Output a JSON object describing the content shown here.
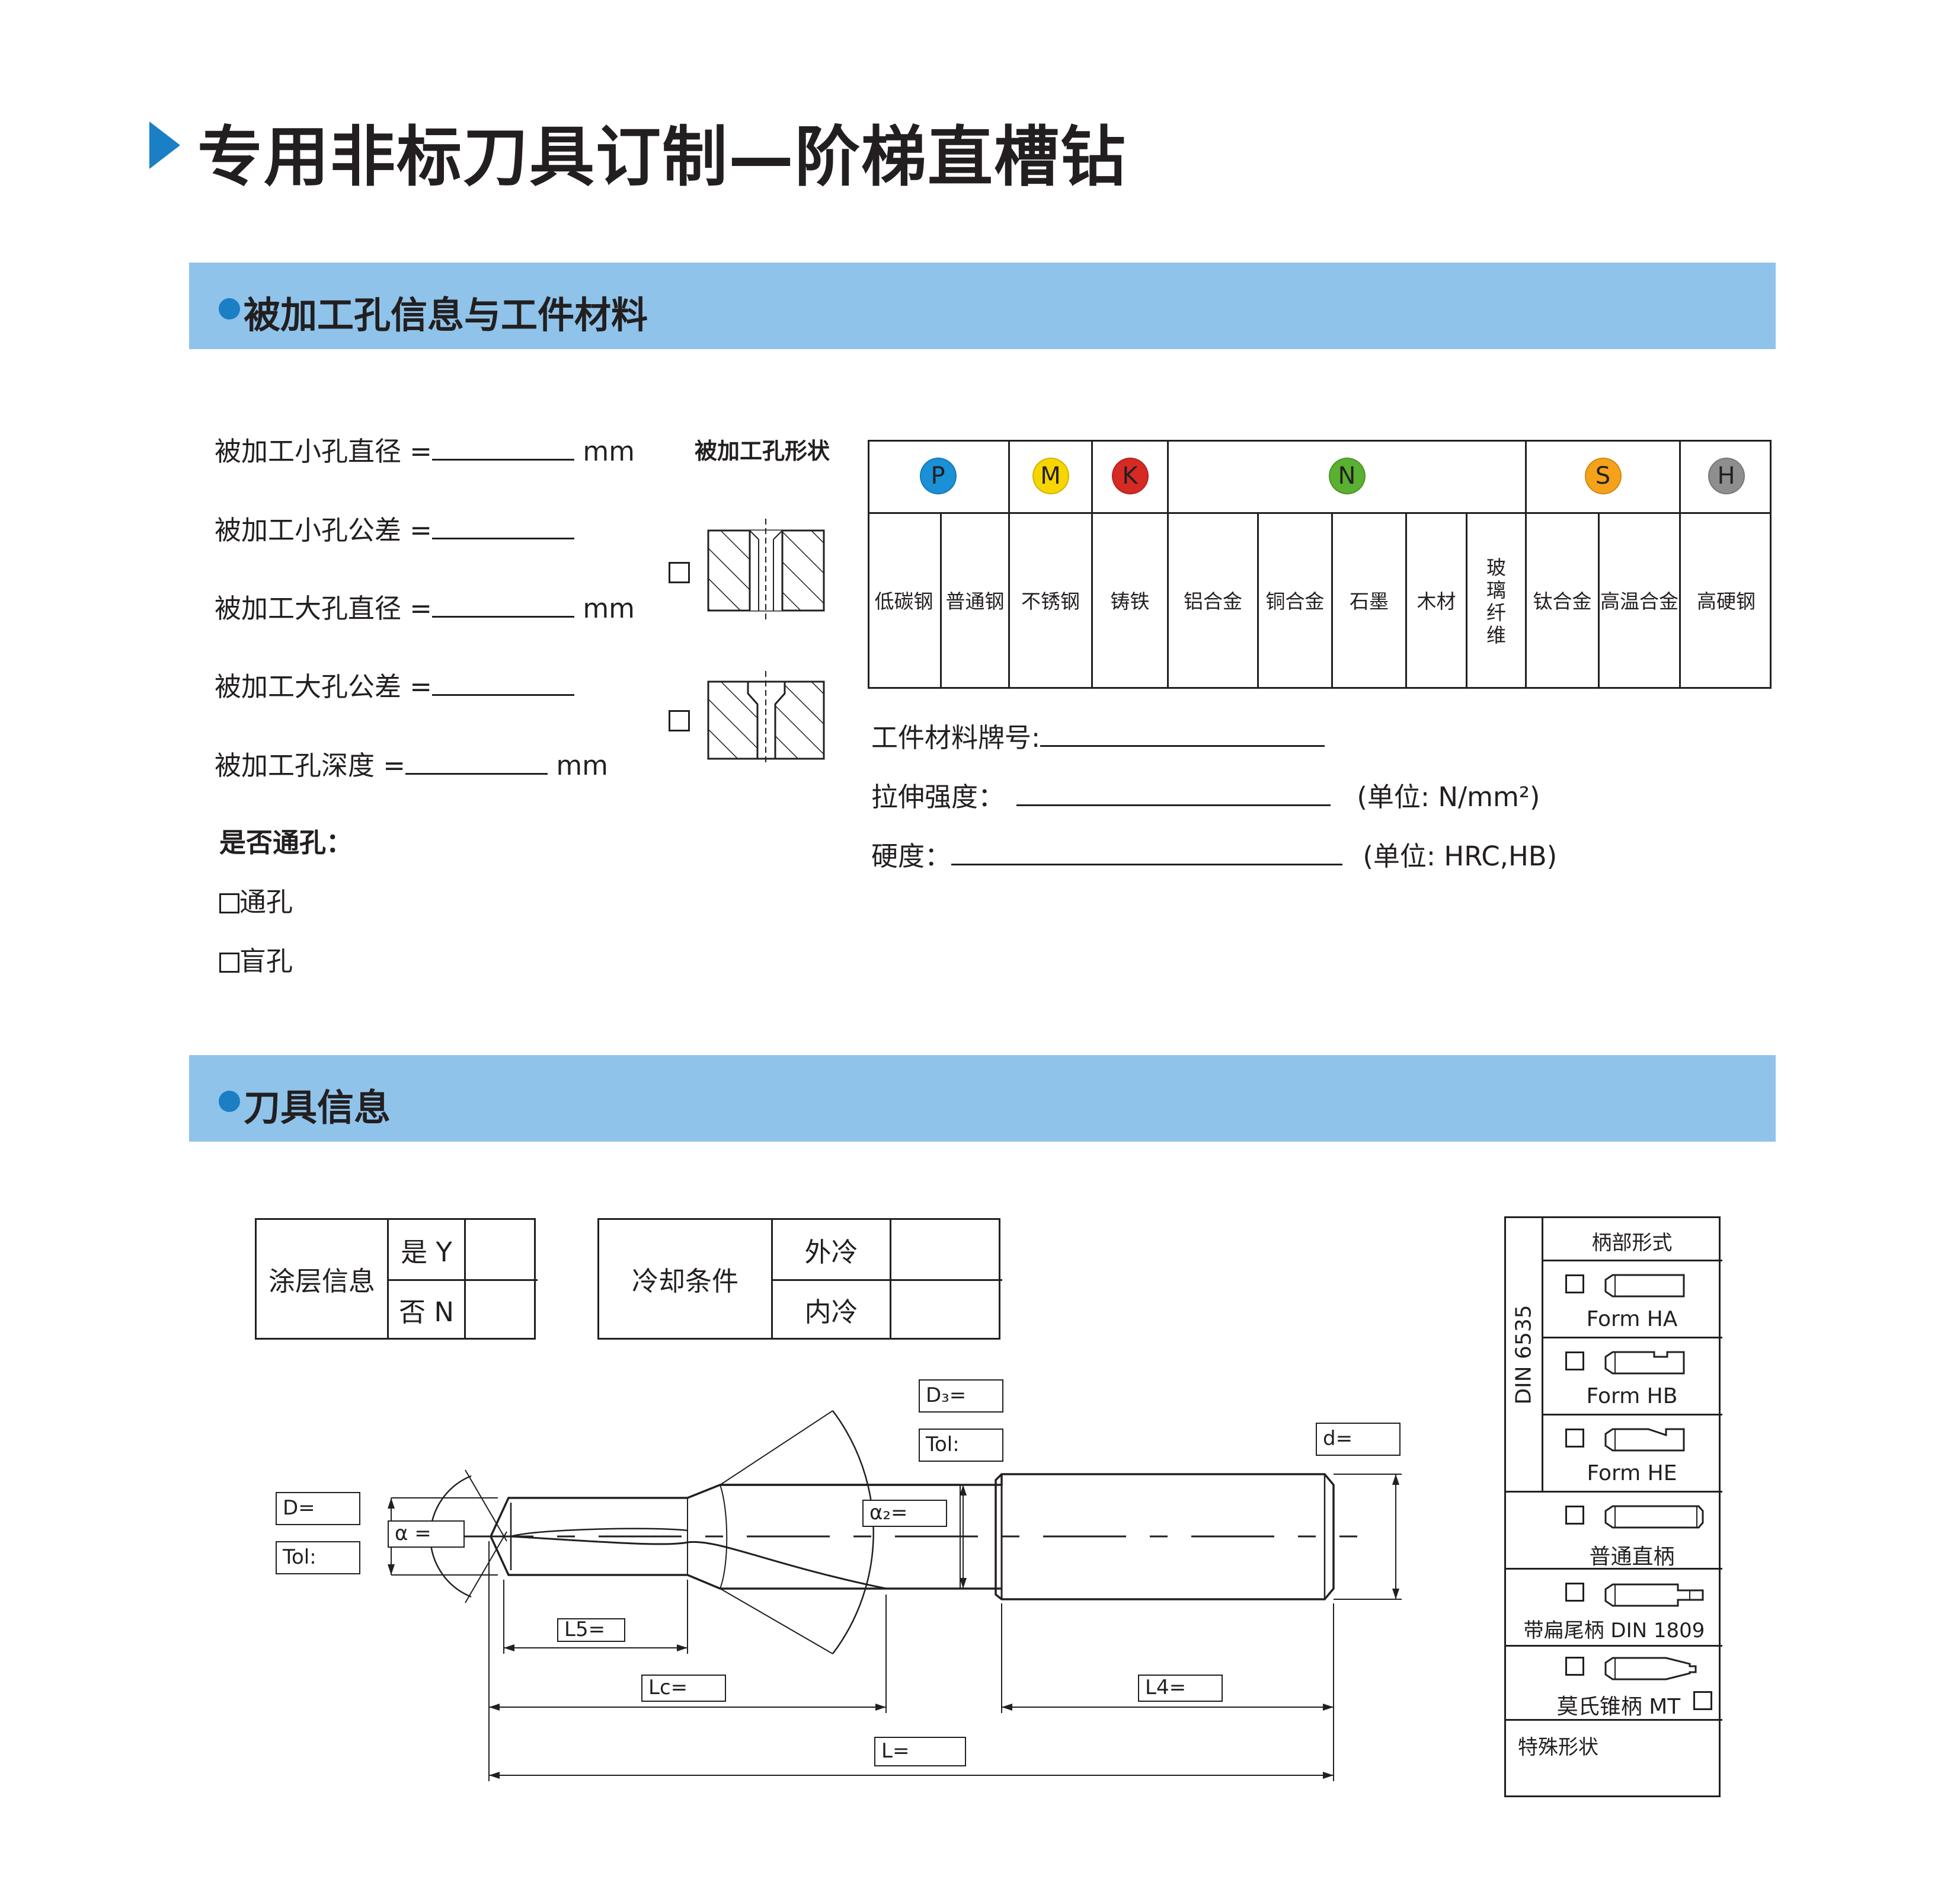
{
  "page_title": "专用非标刀具订制—阶梯直槽钻",
  "colors": {
    "accent": "#1a7fc4",
    "band": "#8fc3ea",
    "P": "#1a90d6",
    "M": "#f7d500",
    "K": "#d62a24",
    "N": "#5ab031",
    "S": "#f5a21b",
    "H": "#8e8e8e"
  },
  "section1": {
    "title": "被加工孔信息与工件材料",
    "fields": [
      {
        "label": "被加工小孔直径 =",
        "unit": "mm"
      },
      {
        "label": "被加工小孔公差 =",
        "unit": ""
      },
      {
        "label": "被加工大孔直径 =",
        "unit": "mm"
      },
      {
        "label": "被加工大孔公差 =",
        "unit": ""
      },
      {
        "label": "被加工孔深度 =",
        "unit": "mm"
      }
    ],
    "through_hole": {
      "question": "是否通孔：",
      "options": [
        "通孔",
        "盲孔"
      ]
    },
    "hole_shape_label": "被加工孔形状",
    "material_groups": [
      {
        "code": "P",
        "materials": [
          "低碳钢",
          "普通钢"
        ]
      },
      {
        "code": "M",
        "materials": [
          "不锈钢"
        ]
      },
      {
        "code": "K",
        "materials": [
          "铸铁"
        ]
      },
      {
        "code": "N",
        "materials": [
          "铝合金",
          "铜合金",
          "石墨",
          "木材",
          "玻璃纤维"
        ]
      },
      {
        "code": "S",
        "materials": [
          "钛合金",
          "高温合金"
        ]
      },
      {
        "code": "H",
        "materials": [
          "高硬钢"
        ]
      }
    ],
    "material_grade_label": "工件材料牌号:",
    "tensile_label": "拉伸强度：",
    "tensile_unit": "(单位: N/mm²)",
    "hardness_label": "硬度：",
    "hardness_unit": "(单位: HRC,HB)"
  },
  "section2": {
    "title": "刀具信息",
    "coating": {
      "label": "涂层信息",
      "yes": "是 Y",
      "no": "否 N"
    },
    "cooling": {
      "label": "冷却条件",
      "external": "外冷",
      "internal": "内冷"
    },
    "dims": {
      "D3": "D₃=",
      "tol_top": "Tol:",
      "d": "d=",
      "D": "D=",
      "tol_left": "Tol:",
      "alpha": "α =",
      "alpha2": "α₂=",
      "L5": "L5=",
      "Lc": "Lc=",
      "L4": "L4=",
      "L": "L="
    },
    "shank": {
      "header": "柄部形式",
      "din": "DIN 6535",
      "forms": [
        "Form HA",
        "Form HB",
        "Form HE"
      ],
      "straight": "普通直柄",
      "flat_tail": "带扁尾柄  DIN  1809",
      "morse": "莫氏锥柄  MT",
      "special": "特殊形状"
    }
  }
}
